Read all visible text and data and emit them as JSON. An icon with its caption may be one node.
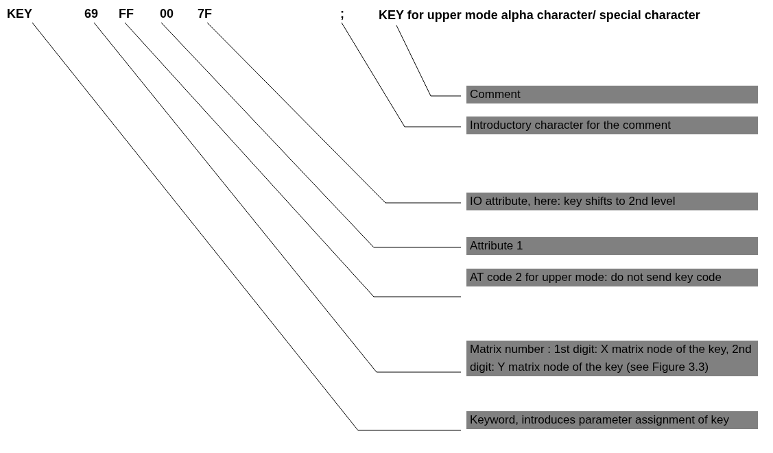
{
  "diagram": {
    "nodes": [
      {
        "text": [
          "KEY"
        ]
      },
      {
        "text": [
          "69"
        ]
      },
      {
        "text": [
          "FF"
        ]
      },
      {
        "text": [
          "00"
        ]
      },
      {
        "text": [
          "7F"
        ]
      },
      {
        "text": [
          ";"
        ]
      },
      {
        "text": [
          "KEY for upper mode alpha character/ special character"
        ]
      },
      {
        "text": [
          "Comment"
        ]
      },
      {
        "text": [
          "Introductory character for the comment"
        ]
      },
      {
        "text": [
          "IO attribute, here: key shifts to 2nd level"
        ]
      },
      {
        "text": [
          "Attribute 1"
        ]
      },
      {
        "text": [
          "AT code 2 for upper mode: do not send key code"
        ]
      },
      {
        "text": [
          "Matrix number : 1st digit: X matrix node of the key, 2nd digit: Y matrix node of the key (see Figure 3.3)"
        ]
      },
      {
        "text": [
          "Keyword, introduces parameter assignment of key"
        ]
      }
    ],
    "edges": [
      {
        "from": 6,
        "to": 7,
        "arrow": "none"
      },
      {
        "from": 5,
        "to": 8,
        "arrow": "none"
      },
      {
        "from": 4,
        "to": 9,
        "arrow": "none"
      },
      {
        "from": 3,
        "to": 10,
        "arrow": "none"
      },
      {
        "from": 2,
        "to": 11,
        "arrow": "none"
      },
      {
        "from": 1,
        "to": 12,
        "arrow": "none"
      },
      {
        "from": 0,
        "to": 13,
        "arrow": "none"
      }
    ]
  }
}
